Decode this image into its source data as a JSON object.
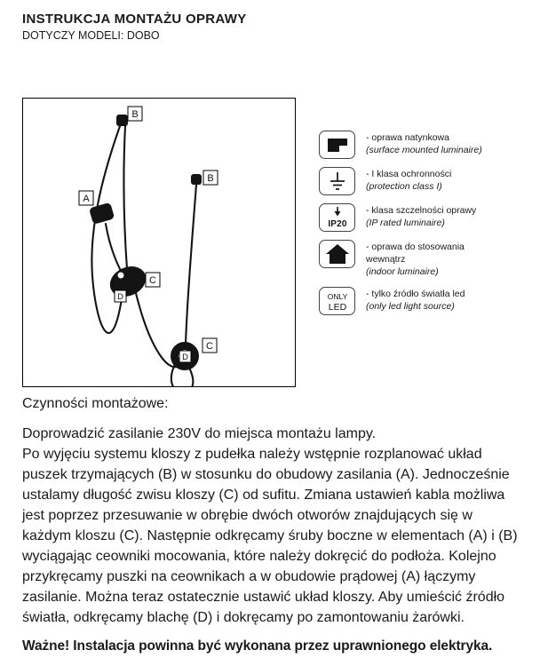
{
  "header": {
    "title": "INSTRUKCJA MONTAŻU OPRAWY",
    "subtitle": "DOTYCZY MODELI: DOBO"
  },
  "diagram": {
    "labels": [
      "A",
      "B",
      "B",
      "C",
      "C",
      "D",
      "D"
    ]
  },
  "icons": [
    {
      "line1": "- oprawa natynkowa",
      "line2": "(surface mounted luminaire)"
    },
    {
      "line1": "- I klasa ochronności",
      "line2": "(protection class I)"
    },
    {
      "label": "IP20",
      "line1": "- klasa szczelności oprawy",
      "line2": "(IP rated luminaire)"
    },
    {
      "line1": "- oprawa do stosowania wewnątrz",
      "line2": "(indoor luminaire)"
    },
    {
      "label_top": "ONLY",
      "label_bottom": "LED",
      "line1": "- tylko źródło światła led",
      "line2": "(only led light source)"
    }
  ],
  "body": {
    "heading": "Czynności montażowe:",
    "paragraph": "Doprowadzić zasilanie 230V do miejsca montażu lampy.\nPo wyjęciu systemu kloszy z pudełka należy wstępnie rozplanować układ puszek trzymających (B) w stosunku do obudowy zasilania (A). Jednocześnie ustalamy długość zwisu kloszy (C) od sufitu. Zmiana ustawień kabla możliwa jest poprzez przesuwanie w obrębie dwóch otworów znajdujących się w każdym kloszu (C). Następnie odkręcamy śruby boczne w elementach (A) i (B) wyciągając ceowniki mocowania, które należy dokręcić do podłoża. Kolejno przykręcamy puszki na ceownikach a w obudowie prądowej (A) łączymy zasilanie. Można teraz ostatecznie ustawić układ kloszy. Aby umieścić źródło światła, odkręcamy blachę (D) i dokręcamy po zamontowaniu żarówki.",
    "warning": "Ważne! Instalacja powinna być wykonana przez uprawnionego elektryka."
  }
}
